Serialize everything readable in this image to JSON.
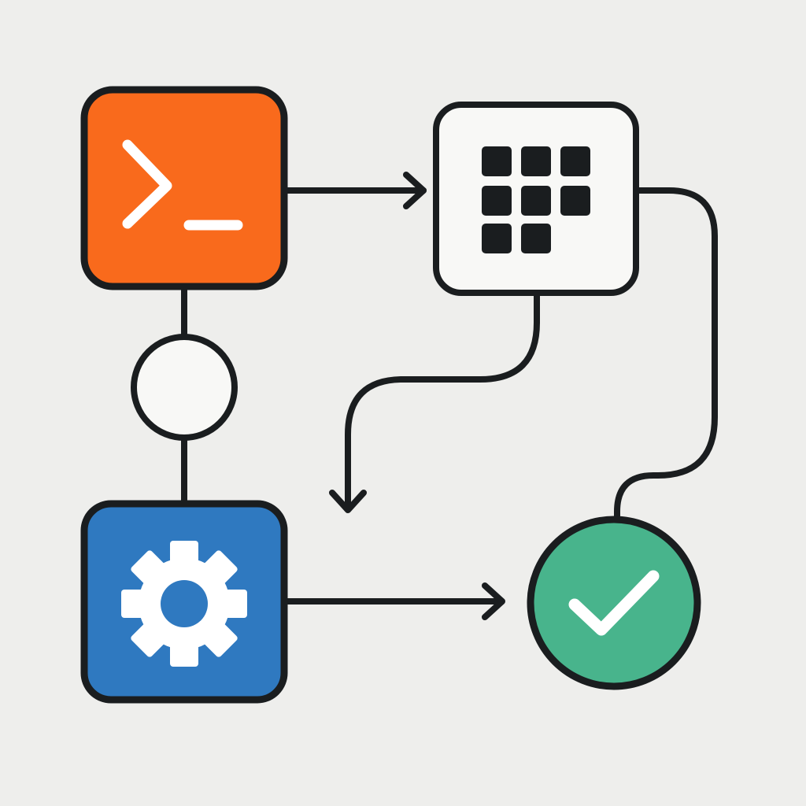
{
  "diagram": {
    "nodes": [
      {
        "id": "terminal",
        "shape": "rounded-square",
        "fill": "#f96a1c",
        "icon": "terminal-prompt-icon"
      },
      {
        "id": "grid",
        "shape": "rounded-square",
        "fill": "#f8f8f6",
        "icon": "grid-icon"
      },
      {
        "id": "junction",
        "shape": "circle",
        "fill": "#f8f8f6",
        "icon": ""
      },
      {
        "id": "settings",
        "shape": "rounded-square",
        "fill": "#2f79c0",
        "icon": "gear-icon"
      },
      {
        "id": "success",
        "shape": "circle",
        "fill": "#48b48c",
        "icon": "checkmark-icon"
      }
    ],
    "edges": [
      {
        "from": "terminal",
        "to": "grid",
        "arrow": true
      },
      {
        "from": "grid",
        "to": "settings-area",
        "arrow": true
      },
      {
        "from": "grid",
        "to": "success",
        "arrow": false
      },
      {
        "from": "terminal",
        "to": "junction",
        "arrow": false
      },
      {
        "from": "junction",
        "to": "settings",
        "arrow": false
      },
      {
        "from": "settings",
        "to": "success",
        "arrow": true
      }
    ],
    "colors": {
      "background": "#eeeeec",
      "outline": "#1a1d1f",
      "terminal": "#f96a1c",
      "grid": "#f8f8f6",
      "settings": "#2f79c0",
      "success": "#48b48c",
      "icon_light": "#ffffff",
      "icon_dark": "#1a1d1f"
    }
  }
}
